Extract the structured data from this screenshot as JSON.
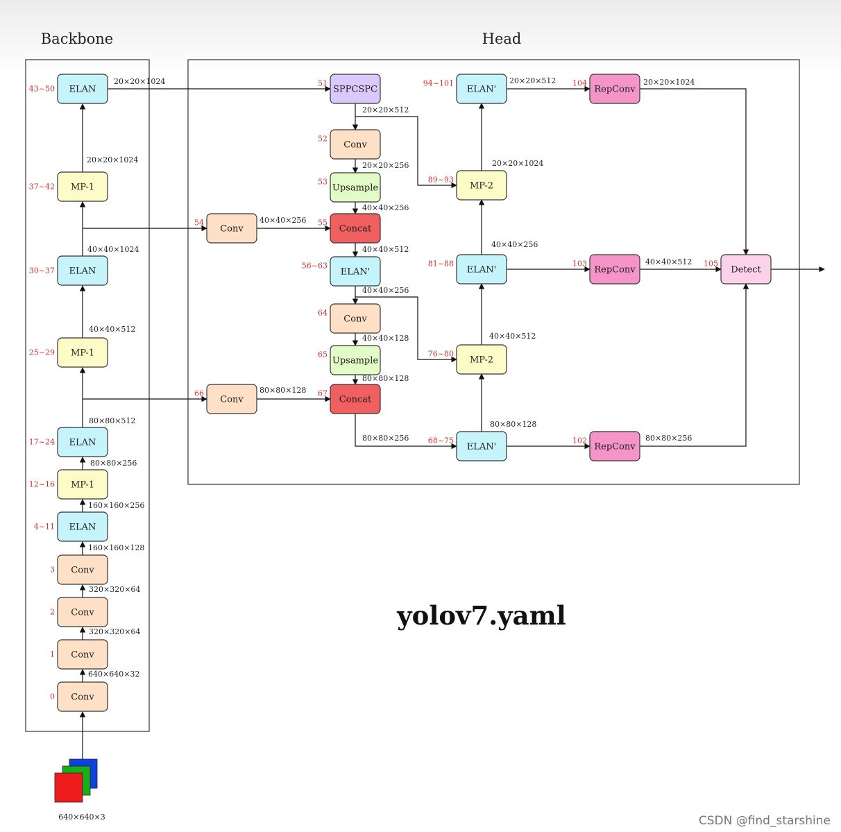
{
  "sections": {
    "backbone": "Backbone",
    "head": "Head"
  },
  "title": "yolov7.yaml",
  "watermark": "CSDN @find_starshine",
  "input_label": "640×640×3",
  "colors": {
    "elan": "#c6f4fb",
    "mp": "#fdfcc8",
    "conv": "#fde0c6",
    "sppcspc": "#ddc8fb",
    "upsample": "#e3fbc6",
    "concat": "#f06060",
    "repconv": "#f594c8",
    "detect": "#fcd2ea",
    "index_red": "#d03030"
  },
  "nodes": [
    {
      "id": "b0",
      "label": "Conv",
      "index": "0",
      "type": "conv"
    },
    {
      "id": "b1",
      "label": "Conv",
      "index": "1",
      "type": "conv"
    },
    {
      "id": "b2",
      "label": "Conv",
      "index": "2",
      "type": "conv"
    },
    {
      "id": "b3",
      "label": "Conv",
      "index": "3",
      "type": "conv"
    },
    {
      "id": "b4",
      "label": "ELAN",
      "index": "4~11",
      "type": "elan"
    },
    {
      "id": "b5",
      "label": "MP-1",
      "index": "12~16",
      "type": "mp"
    },
    {
      "id": "b6",
      "label": "ELAN",
      "index": "17~24",
      "type": "elan"
    },
    {
      "id": "b7",
      "label": "MP-1",
      "index": "25~29",
      "type": "mp"
    },
    {
      "id": "b8",
      "label": "ELAN",
      "index": "30~37",
      "type": "elan"
    },
    {
      "id": "b9",
      "label": "MP-1",
      "index": "37~42",
      "type": "mp"
    },
    {
      "id": "b10",
      "label": "ELAN",
      "index": "43~50",
      "type": "elan"
    },
    {
      "id": "h51",
      "label": "SPPCSPC",
      "index": "51",
      "type": "sppcspc"
    },
    {
      "id": "h52",
      "label": "Conv",
      "index": "52",
      "type": "conv"
    },
    {
      "id": "h53",
      "label": "Upsample",
      "index": "53",
      "type": "upsample"
    },
    {
      "id": "h54",
      "label": "Conv",
      "index": "54",
      "type": "conv"
    },
    {
      "id": "h55",
      "label": "Concat",
      "index": "55",
      "type": "concat"
    },
    {
      "id": "h56",
      "label": "ELAN'",
      "index": "56~63",
      "type": "elan"
    },
    {
      "id": "h64",
      "label": "Conv",
      "index": "64",
      "type": "conv"
    },
    {
      "id": "h65",
      "label": "Upsample",
      "index": "65",
      "type": "upsample"
    },
    {
      "id": "h66",
      "label": "Conv",
      "index": "66",
      "type": "conv"
    },
    {
      "id": "h67",
      "label": "Concat",
      "index": "67",
      "type": "concat"
    },
    {
      "id": "h68",
      "label": "ELAN'",
      "index": "68~75",
      "type": "elan"
    },
    {
      "id": "h76",
      "label": "MP-2",
      "index": "76~80",
      "type": "mp"
    },
    {
      "id": "h81",
      "label": "ELAN'",
      "index": "81~88",
      "type": "elan"
    },
    {
      "id": "h89",
      "label": "MP-2",
      "index": "89~93",
      "type": "mp"
    },
    {
      "id": "h94",
      "label": "ELAN'",
      "index": "94~101",
      "type": "elan"
    },
    {
      "id": "h102",
      "label": "RepConv",
      "index": "102",
      "type": "repconv"
    },
    {
      "id": "h103",
      "label": "RepConv",
      "index": "103",
      "type": "repconv"
    },
    {
      "id": "h104",
      "label": "RepConv",
      "index": "104",
      "type": "repconv"
    },
    {
      "id": "h105",
      "label": "Detect",
      "index": "105",
      "type": "detect"
    }
  ],
  "edge_labels": [
    {
      "id": "in_b0",
      "text": "640×640×32"
    },
    {
      "id": "b1_b2",
      "text": "320×320×64"
    },
    {
      "id": "b2_b3",
      "text": "320×320×64"
    },
    {
      "id": "b3_b4",
      "text": "160×160×128"
    },
    {
      "id": "b4_b5",
      "text": "160×160×256"
    },
    {
      "id": "b5_b6",
      "text": "80×80×256"
    },
    {
      "id": "b6_b7",
      "text": "80×80×512"
    },
    {
      "id": "b7_b8",
      "text": "40×40×512"
    },
    {
      "id": "b8_b9",
      "text": "40×40×1024"
    },
    {
      "id": "b9_b10",
      "text": "20×20×1024"
    },
    {
      "id": "b10_h51",
      "text": "20×20×1024"
    },
    {
      "id": "h51_h52",
      "text": "20×20×512"
    },
    {
      "id": "h52_h53",
      "text": "20×20×256"
    },
    {
      "id": "h53_h55",
      "text": "40×40×256"
    },
    {
      "id": "h54_h55",
      "text": "40×40×256"
    },
    {
      "id": "h55_h56",
      "text": "40×40×512"
    },
    {
      "id": "h56_h64",
      "text": "40×40×256"
    },
    {
      "id": "h64_h65",
      "text": "40×40×128"
    },
    {
      "id": "h65_h67",
      "text": "80×80×128"
    },
    {
      "id": "h66_h67",
      "text": "80×80×128"
    },
    {
      "id": "h67_h68",
      "text": "80×80×256"
    },
    {
      "id": "h68_h76",
      "text": "80×80×128"
    },
    {
      "id": "h76_h81",
      "text": "40×40×512"
    },
    {
      "id": "h81_h89",
      "text": "40×40×256"
    },
    {
      "id": "h89_h94",
      "text": "20×20×1024"
    },
    {
      "id": "h94_h104",
      "text": "20×20×512"
    },
    {
      "id": "h104_h105",
      "text": "20×20×1024"
    },
    {
      "id": "h103_h105",
      "text": "40×40×512"
    },
    {
      "id": "h102_h105",
      "text": "80×80×256"
    }
  ]
}
